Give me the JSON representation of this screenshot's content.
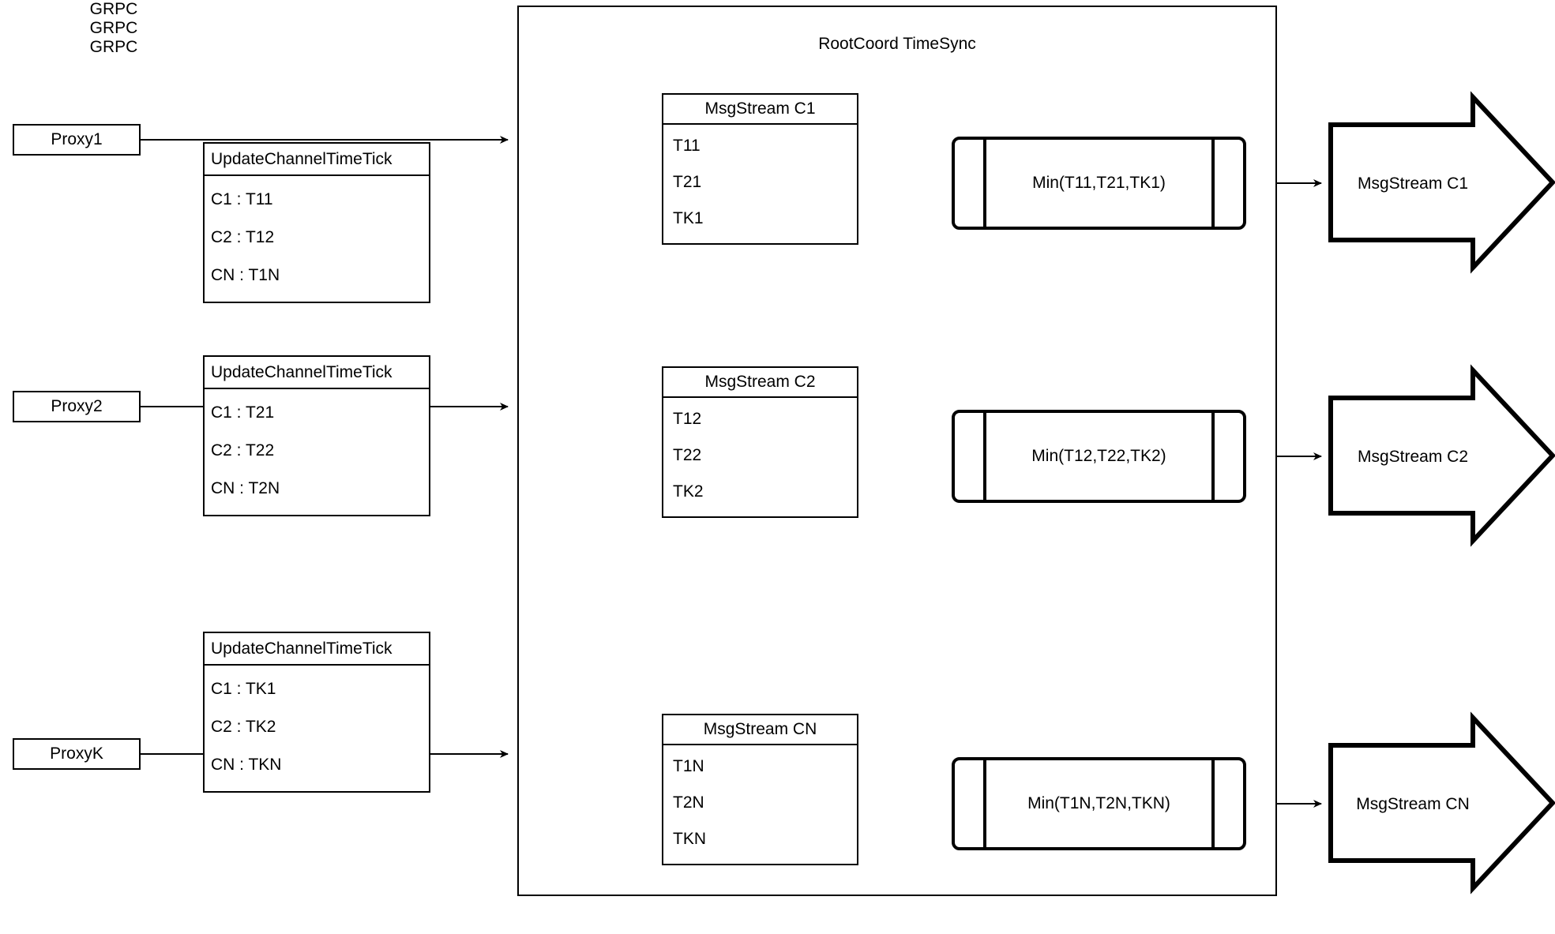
{
  "diagram": {
    "title": "RootCoord TimeSync",
    "colors": {
      "stroke": "#000000",
      "background": "#ffffff"
    }
  },
  "proxies": [
    {
      "name": "Proxy1",
      "grpc_label": "GRPC",
      "tick_header": "UpdateChannelTimeTick",
      "tick_rows": [
        "C1 :  T11",
        "C2 :  T12",
        "CN : T1N"
      ]
    },
    {
      "name": "Proxy2",
      "grpc_label": "GRPC",
      "tick_header": "UpdateChannelTimeTick",
      "tick_rows": [
        "C1 :  T21",
        "C2 :  T22",
        "CN : T2N"
      ]
    },
    {
      "name": "ProxyK",
      "grpc_label": "GRPC",
      "tick_header": "UpdateChannelTimeTick",
      "tick_rows": [
        "C1 :  TK1",
        "C2 :  TK2",
        "CN : TKN"
      ]
    }
  ],
  "channels": [
    {
      "msgstream_header": "MsgStream C1",
      "msgstream_rows": [
        "T11",
        "T21",
        "TK1"
      ],
      "min_label": "Min(T11,T21,TK1)",
      "output_label": "MsgStream C1"
    },
    {
      "msgstream_header": "MsgStream C2",
      "msgstream_rows": [
        "T12",
        "T22",
        "TK2"
      ],
      "min_label": "Min(T12,T22,TK2)",
      "output_label": "MsgStream C2"
    },
    {
      "msgstream_header": "MsgStream CN",
      "msgstream_rows": [
        "T1N",
        "T2N",
        "TKN"
      ],
      "min_label": "Min(T1N,T2N,TKN)",
      "output_label": "MsgStream CN"
    }
  ]
}
